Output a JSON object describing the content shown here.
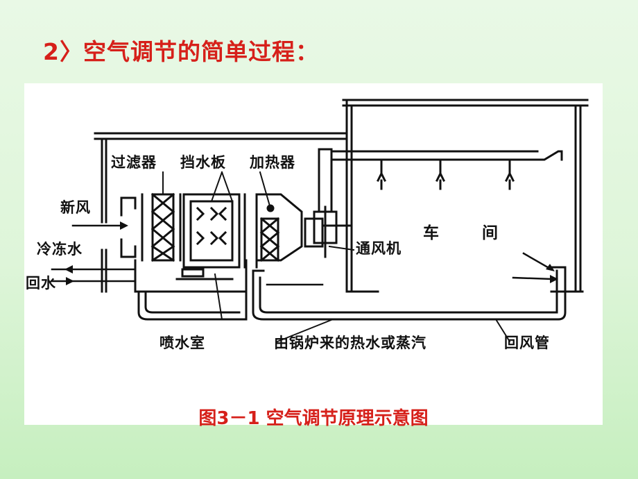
{
  "heading": "2〉空气调节的简单过程：",
  "figure": {
    "caption": "图3－1 空气调节原理示意图",
    "labels": {
      "filter": "过滤器",
      "baffle": "挡水板",
      "heater": "加热器",
      "fresh_air": "新风",
      "chilled_water": "冷冻水",
      "return_water": "回水",
      "fan": "通风机",
      "spray_chamber": "喷水室",
      "boiler_supply": "由锅炉来的热水或蒸汽",
      "return_duct": "回风管",
      "workshop_1": "车",
      "workshop_2": "间"
    }
  }
}
